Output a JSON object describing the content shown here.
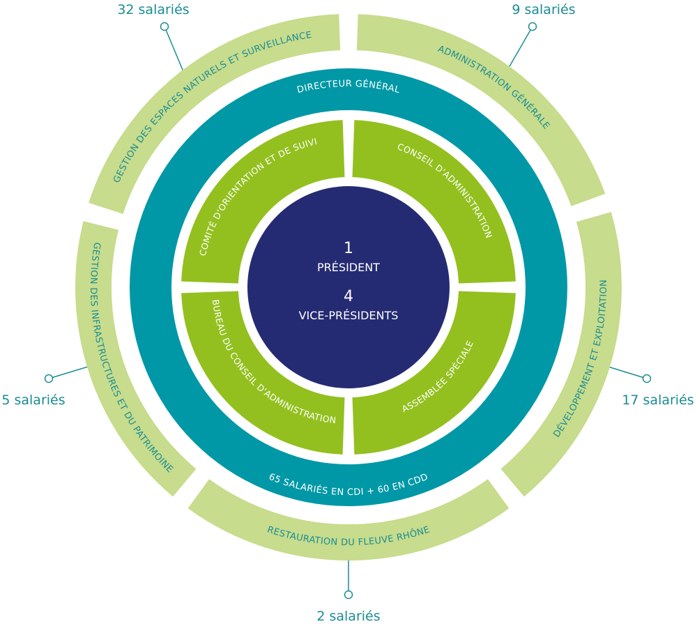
{
  "colors": {
    "outer_ring": "#c7dc8c",
    "mid_ring": "#0098a6",
    "inner_ring": "#93c01f",
    "center": "#252b72",
    "connector": "#1a8c94",
    "text_teal": "#1a8c94"
  },
  "center": {
    "president_count": "1",
    "president_label": "PRÉSIDENT",
    "vp_count": "4",
    "vp_label": "VICE-PRÉSIDENTS"
  },
  "inner_ring": [
    "COMITÉ D'ORIENTATION ET DE SUIVI",
    "CONSEIL D'ADMINISTRATION",
    "ASSEMBLÉE SPÉCIALE",
    "BUREAU DU CONSEIL D'ADMINISTRATION"
  ],
  "middle_ring": {
    "top_label": "DIRECTEUR GÉNÉRAL",
    "bottom_label": "65 SALARIÉS EN CDI + 60 EN CDD"
  },
  "departments": [
    {
      "name": "GESTION DES ESPACES NATURELS ET SURVEILLANCE",
      "staff": "32 salariés"
    },
    {
      "name": "ADMINISTRATION GÉNÉRALE",
      "staff": "9 salariés"
    },
    {
      "name": "DÉVELOPPEMENT ET EXPLOITATION",
      "staff": "17 salariés"
    },
    {
      "name": "RESTAURATION DU FLEUVE RHÔNE",
      "staff": "2 salariés"
    },
    {
      "name": "GESTION DES INFRASTRUCTURES ET DU PATRIMOINE",
      "staff": "5 salariés"
    }
  ]
}
